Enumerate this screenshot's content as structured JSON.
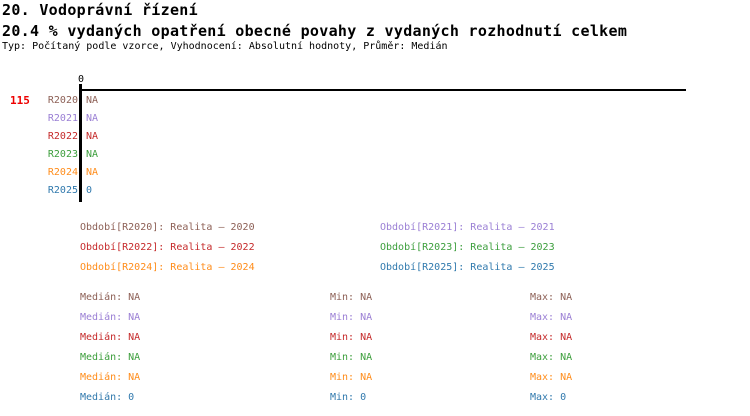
{
  "header": {
    "title": "20. Vodoprávní řízení",
    "subtitle": "20.4 % vydaných opatření obecné povahy z vydaných rozhodnutí celkem",
    "meta": "Typ: Počítaný podle vzorce, Vyhodnocení: Absolutní hodnoty, Průměr: Medián"
  },
  "indicator": {
    "number": "115",
    "number_color": "#ee0000"
  },
  "chart_data": {
    "type": "bar",
    "orientation": "horizontal",
    "x_tick_label": "0",
    "xlim_origin": 0,
    "grid": false,
    "categories": [
      "R2020",
      "R2021",
      "R2022",
      "R2023",
      "R2024",
      "R2025"
    ],
    "values": [
      null,
      null,
      null,
      null,
      null,
      0
    ],
    "value_labels": [
      "NA",
      "NA",
      "NA",
      "NA",
      "NA",
      "0"
    ],
    "colors": [
      "#8d6056",
      "#9a7fd4",
      "#c52a2a",
      "#3c9e3c",
      "#ff8c1a",
      "#3079ad"
    ],
    "axis_color": "#000000",
    "legend_position": "below-chart-two-columns"
  },
  "legend": {
    "items": [
      {
        "label": "Období[R2020]: Realita – 2020"
      },
      {
        "label": "Období[R2021]: Realita – 2021"
      },
      {
        "label": "Období[R2022]: Realita – 2022"
      },
      {
        "label": "Období[R2023]: Realita – 2023"
      },
      {
        "label": "Období[R2024]: Realita – 2024"
      },
      {
        "label": "Období[R2025]: Realita – 2025"
      }
    ]
  },
  "stats": {
    "rows": [
      {
        "median": "Medián: NA",
        "min": "Min: NA",
        "max": "Max: NA"
      },
      {
        "median": "Medián: NA",
        "min": "Min: NA",
        "max": "Max: NA"
      },
      {
        "median": "Medián: NA",
        "min": "Min: NA",
        "max": "Max: NA"
      },
      {
        "median": "Medián: NA",
        "min": "Min: NA",
        "max": "Max: NA"
      },
      {
        "median": "Medián: NA",
        "min": "Min: NA",
        "max": "Max: NA"
      },
      {
        "median": "Medián: 0",
        "min": "Min: 0",
        "max": "Max: 0"
      }
    ]
  }
}
